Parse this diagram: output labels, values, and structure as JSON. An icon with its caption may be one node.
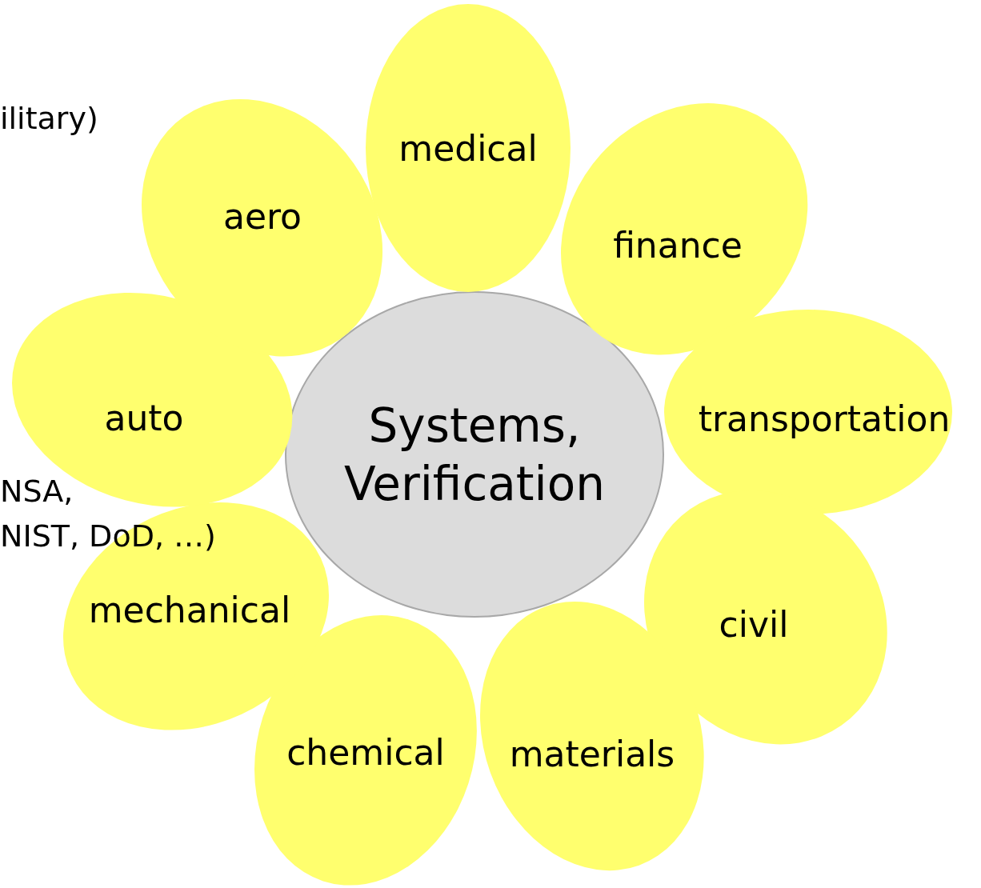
{
  "diagram": {
    "nodes": [
      {
        "text": [
          "Systems, Verification"
        ]
      },
      {
        "text": [
          "medical"
        ]
      },
      {
        "text": [
          "finance"
        ]
      },
      {
        "text": [
          "transportation"
        ]
      },
      {
        "text": [
          "civil"
        ]
      },
      {
        "text": [
          "materials"
        ]
      },
      {
        "text": [
          "chemical"
        ]
      },
      {
        "text": [
          "mechanical"
        ]
      },
      {
        "text": [
          "auto"
        ]
      },
      {
        "text": [
          "aero"
        ]
      }
    ],
    "edges": [],
    "labels": [
      "ilitary)",
      "NSA,",
      "NIST, DoD, …)"
    ]
  }
}
